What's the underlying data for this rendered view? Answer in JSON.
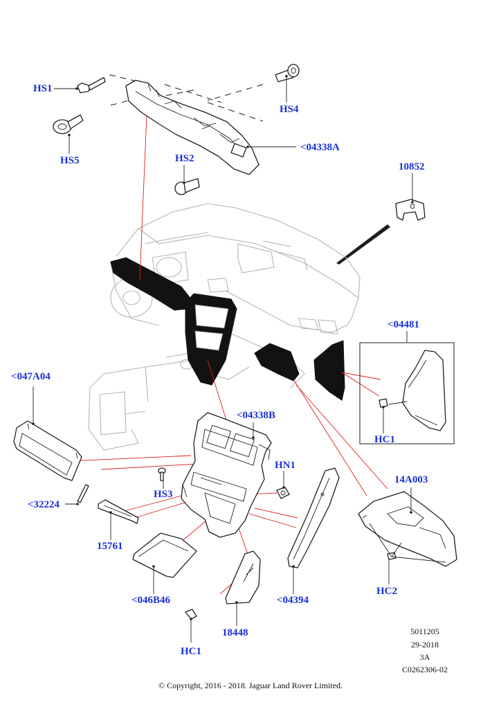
{
  "callouts": {
    "hs1": "HS1",
    "hs5": "HS5",
    "hs4": "HS4",
    "hs2": "HS2",
    "p04338a": "<04338A",
    "p10852": "10852",
    "p04481": "<04481",
    "hc1_right": "HC1",
    "p047a04": "<047A04",
    "p04338b": "<04338B",
    "hn1": "HN1",
    "p14a003": "14A003",
    "hs3": "HS3",
    "p32224": "<32224",
    "p15761": "15761",
    "hc2": "HC2",
    "p046b46": "<046B46",
    "p04394": "<04394",
    "p18448": "18448",
    "hc1_bottom": "HC1"
  },
  "reference": {
    "line1": "5011205",
    "line2": "29-2018",
    "line3": "3A",
    "line4": "C0262306-02"
  },
  "copyright": "© Copyright, 2016 - 2018. Jaguar Land Rover Limited.",
  "colors": {
    "callout": "#1a2fd6",
    "leader": "#e01d1d",
    "line_art": "#1e1e1e"
  }
}
